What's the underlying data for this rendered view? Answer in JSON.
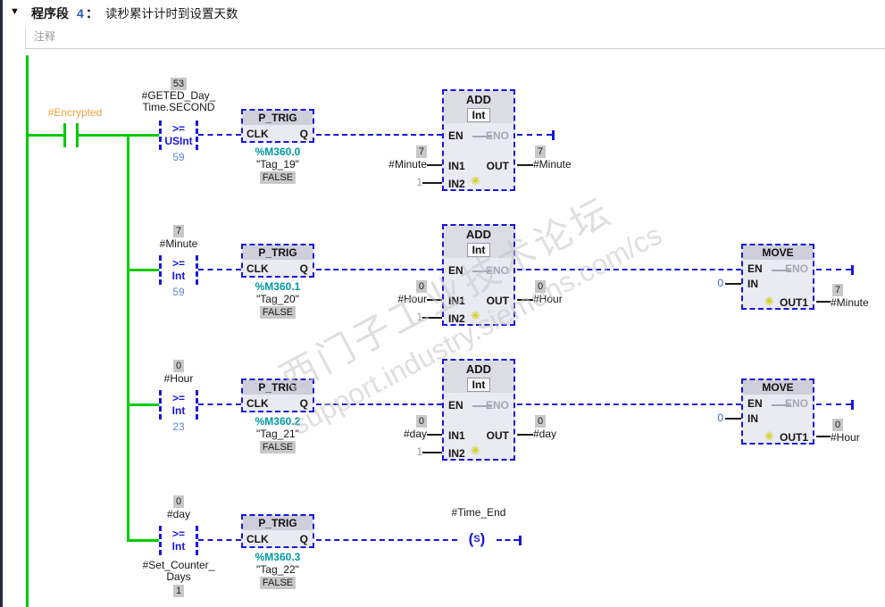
{
  "colors": {
    "power_flow_green": "#00cc00",
    "inactive_branch_blue": "#1717db",
    "monitor_address_teal": "#00999d",
    "operand_orange": "#f0a23c",
    "monitor_badge_gray": "#c8c8c8",
    "compare_value_blue": "#5c8cd2"
  },
  "header": {
    "collapse_icon": "▼",
    "title_prefix": "程序段",
    "network_number": "4",
    "title_colon": "：",
    "title_text": "读秒累计计时到设置天数",
    "comment_placeholder": "注释"
  },
  "watermark": {
    "line1": "西门子工业技术论坛",
    "line2": "support.industry.siemens.com/cs"
  },
  "blocks": {
    "ptrig": "P_TRIG",
    "add": "ADD",
    "move": "MOVE",
    "clk": "CLK",
    "q": "Q",
    "en": "EN",
    "eno": "ENO",
    "in1": "IN1",
    "in2": "IN2",
    "out": "OUT",
    "in": "IN",
    "out1": "OUT1",
    "op_ge": ">=",
    "dtype_usint": "USInt",
    "dtype_int": "Int",
    "add_input_star": "✳",
    "coil_set": "S"
  },
  "rung1": {
    "contact_operand": "#Encrypted",
    "cmp_value_badge": "53",
    "cmp_operand_line1": "#GETED_Day_",
    "cmp_operand_line2": "Time.SECOND",
    "cmp_compare_value": "59",
    "ptrig_address": "%M360.0",
    "ptrig_tag": "\"Tag_19\"",
    "ptrig_state": "FALSE",
    "in1_value_badge": "7",
    "in1_operand": "#Minute",
    "in2_value": "1",
    "out_value_badge": "7",
    "out_operand": "#Minute"
  },
  "rung2": {
    "cmp_value_badge": "7",
    "cmp_operand": "#Minute",
    "cmp_compare_value": "59",
    "ptrig_address": "%M360.1",
    "ptrig_tag": "\"Tag_20\"",
    "ptrig_state": "FALSE",
    "in1_value_badge": "0",
    "in1_operand": "#Hour",
    "in2_value": "1",
    "out_value_badge": "0",
    "out_operand": "#Hour",
    "move_in_value": "0",
    "move_out_value_badge": "7",
    "move_out_operand": "#Minute"
  },
  "rung3": {
    "cmp_value_badge": "0",
    "cmp_operand": "#Hour",
    "cmp_compare_value": "23",
    "ptrig_address": "%M360.2",
    "ptrig_tag": "\"Tag_21\"",
    "ptrig_state": "FALSE",
    "in1_value_badge": "0",
    "in1_operand": "#day",
    "in2_value": "1",
    "out_value_badge": "0",
    "out_operand": "#day",
    "move_in_value": "0",
    "move_out_value_badge": "0",
    "move_out_operand": "#Hour"
  },
  "rung4": {
    "cmp_value_badge": "0",
    "cmp_operand": "#day",
    "cmp_compare_line1": "#Set_Counter_",
    "cmp_compare_line2": "Days",
    "cmp_compare_badge": "1",
    "ptrig_address": "%M360.3",
    "ptrig_tag": "\"Tag_22\"",
    "ptrig_state": "FALSE",
    "coil_operand": "#Time_End"
  }
}
